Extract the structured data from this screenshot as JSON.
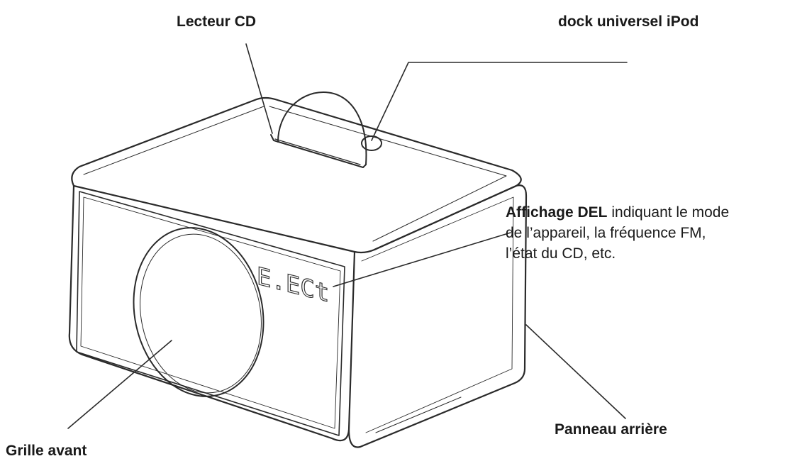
{
  "labels": {
    "cd_player": "Lecteur CD",
    "ipod_dock": "dock universel iPod",
    "led_display": {
      "title": "Affichage DEL",
      "line1_rest": " indiquant le mode",
      "line2": "de l’appareil, la fréquence FM,",
      "line3": "l’état du CD, etc."
    },
    "rear_panel": "Panneau arrière",
    "front_grille": "Grille avant"
  },
  "display_readout": "E.ECt"
}
